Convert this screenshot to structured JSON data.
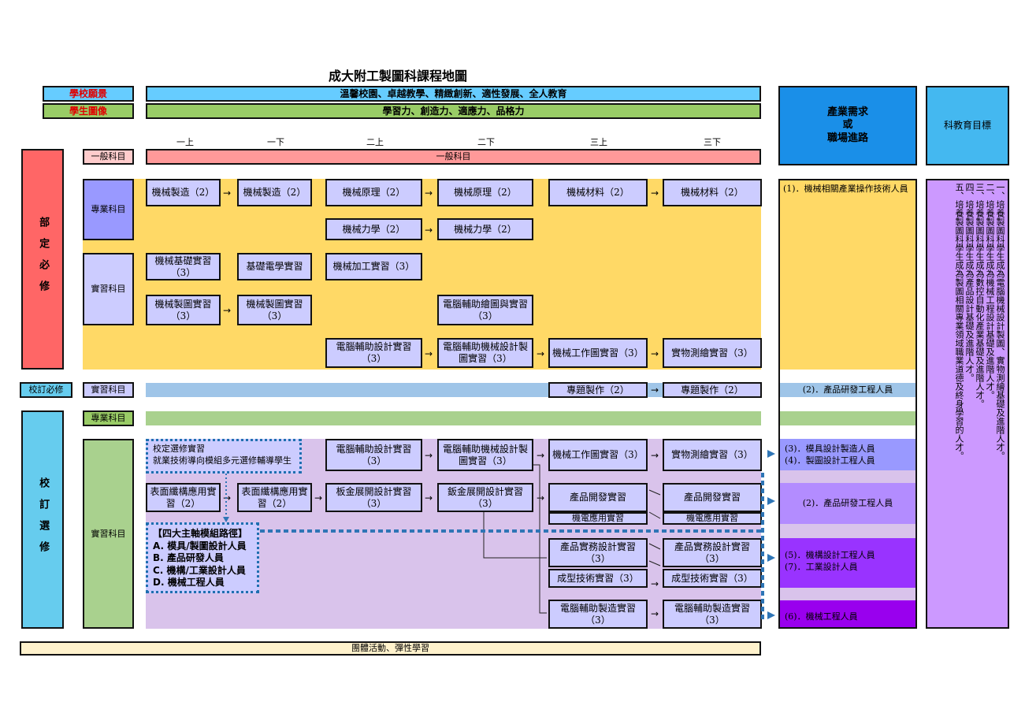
{
  "title": "成大附工製圖科課程地圖",
  "vision": {
    "label": "學校願景",
    "text": "溫馨校園、卓越教學、精緻創新、適性發展、全人教育"
  },
  "portrait": {
    "label": "學生圖像",
    "text": "學習力、創造力、適應力、品格力"
  },
  "grades": [
    "一上",
    "一下",
    "二上",
    "二下",
    "三上",
    "三下"
  ],
  "industry_header": "產業需求\n或\n職場進路",
  "goal_header": "科教育目標",
  "sections": {
    "required": "部定必修",
    "school_required": "校訂必修",
    "elective": "校訂選修"
  },
  "categories": {
    "general": "一般科目",
    "professional": "專業科目",
    "practice": "實習科目",
    "school_practice": "實習科目",
    "elective_professional": "專業科目",
    "elective_practice": "實習科目"
  },
  "general_bar": "一般科目",
  "courses": {
    "c1": "機械製造（2）",
    "c2": "機械製造（2）",
    "c3": "機械原理（2）",
    "c4": "機械原理（2）",
    "c5": "機械材料（2）",
    "c6": "機械材料（2）",
    "c7": "機械力學（2）",
    "c8": "機械力學（2）",
    "c9": "機械基礎實習（3）",
    "c10": "基礎電學實習",
    "c11": "機械加工實習（3）",
    "c12": "機械製圖實習（3）",
    "c13": "機械製圖實習（3）",
    "c14": "電腦輔助繪圖與實習（3）",
    "c15": "電腦輔助設計實習（3）",
    "c16": "電腦輔助機械設計製圖實習（3）",
    "c17": "機械工作圖實習（3）",
    "c18": "實物測繪實習（3）",
    "c19": "專題製作（2）",
    "c20": "專題製作（2）",
    "e1": "電腦輔助設計實習（3）",
    "e2": "電腦輔助機械設計製圖實習（3）",
    "e3": "機械工作圖實習（3）",
    "e4": "實物測繪實習（3）",
    "e5": "表面纖構應用實習（2）",
    "e6": "表面纖構應用實習（2）",
    "e7": "板金展開設計實習（3）",
    "e8": "鈑金展開設計實習（3）",
    "e9": "產品開發實習",
    "e10": "產品開發實習",
    "e11": "機電應用實習",
    "e12": "機電應用實習",
    "e13": "產品實務設計實習（3）",
    "e14": "產品實務設計實習（3）",
    "e15": "成型技術實習（3）",
    "e16": "成型技術實習（3）",
    "e17": "電腦輔助製造實習（3）",
    "e18": "電腦輔助製造實習（3）"
  },
  "elective_note": "校定選修實習\n就業技術導向模組多元選修輔導學生",
  "modules": {
    "title": "【四大主軸模組路徑】",
    "items": [
      "A. 模具/製圖設計人員",
      "B. 產品研發人員",
      "C. 機構/工業設計人員",
      "D. 機械工程人員"
    ]
  },
  "careers": {
    "k1": "(1)．機械相關產業操作技術人員",
    "k2": "(2)．產品研發工程人員",
    "k3": "(3)．模具設計製造人員\n(4)．製圖設計工程人員",
    "k4": "(2)．產品研發工程人員",
    "k5": "(5)．機構設計工程人員\n(7)．工業設計人員",
    "k6": "(6)．機械工程人員"
  },
  "goals": [
    "一、培養製圖科學生成為電腦機械設計製圖、實物測繪基礎及進階人才。",
    "二、培養製圖科學生成為機械工程設計基礎及進階人才。",
    "三、培養製圖科學生成為數控自動化產業基礎及進階人才。",
    "四、培養製圖科學生成為產品設計基礎及進階人才。",
    "五、培養製圖科學生成為製圖相關專業領域職業道德及終身學習的人才。"
  ],
  "footer": "團體活動、彈性學習",
  "colors": {
    "vision_bg": "#66ccff",
    "portrait_bg": "#99cc66",
    "required_bg": "#ffd966",
    "elective_bg": "#d9c3eb",
    "section_red": "#ff6666",
    "section_blue": "#66ccee",
    "header_blue": "#1a8fe8",
    "course_box": "#ccccff"
  }
}
